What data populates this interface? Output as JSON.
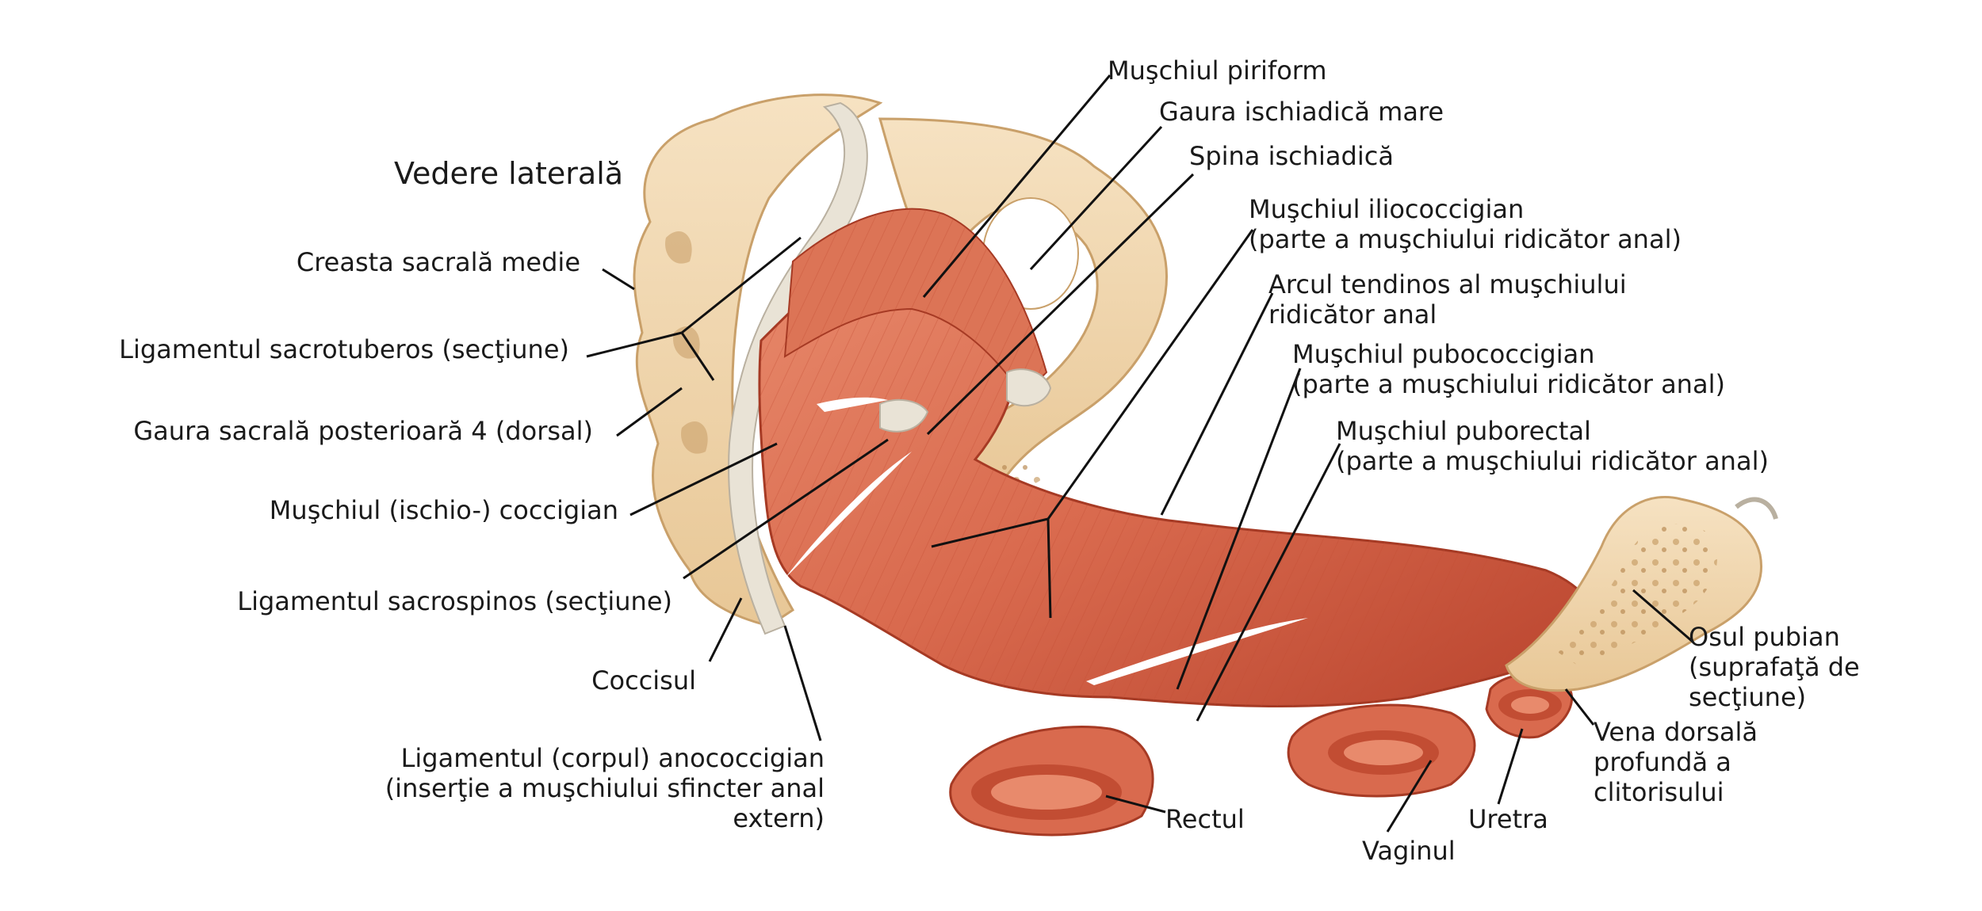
{
  "diagram": {
    "view_title": "Vedere laterală",
    "labels": {
      "muschiul_piriform": "Muşchiul piriform",
      "gaura_ischiadica_mare": "Gaura ischiadică mare",
      "spina_ischiadica": "Spina ischiadică",
      "iliococcigian_1": "Muşchiul iliococcigian",
      "iliococcigian_2": "(parte a muşchiului ridicător anal)",
      "arcul_tendinos_1": "Arcul tendinos al muşchiului",
      "arcul_tendinos_2": "ridicător anal",
      "pubococcigian_1": "Muşchiul pubococcigian",
      "pubococcigian_2": "(parte a muşchiului ridicător anal)",
      "puborectal_1": "Muşchiul puborectal",
      "puborectal_2": "(parte a muşchiului ridicător anal)",
      "creasta_sacrala": "Creasta sacrală medie",
      "ligament_sacrotuberos": "Ligamentul sacrotuberos (secţiune)",
      "gaura_sacrala": "Gaura sacrală posterioară 4 (dorsal)",
      "ischiococcigian": "Muşchiul (ischio-) coccigian",
      "ligament_sacrospinos": "Ligamentul sacrospinos (secţiune)",
      "coccisul": "Coccisul",
      "anococcigian_1": "Ligamentul (corpul) anococcigian",
      "anococcigian_2": "(inserţie a muşchiului sfincter anal",
      "anococcigian_3": "extern)",
      "osul_pubian_1": "Osul pubian",
      "osul_pubian_2": "(suprafaţă de",
      "osul_pubian_3": "secţiune)",
      "vena_1": "Vena dorsală",
      "vena_2": "profundă a",
      "vena_3": "clitorisului",
      "rectul": "Rectul",
      "uretra": "Uretra",
      "vaginul": "Vaginul"
    },
    "colors": {
      "muscle": "#d96a4e",
      "muscle_dark": "#b8432d",
      "bone": "#f1d6ad",
      "bone_dark": "#c9a06a",
      "ligament": "#e9e3d6",
      "background": "#ffffff"
    }
  }
}
